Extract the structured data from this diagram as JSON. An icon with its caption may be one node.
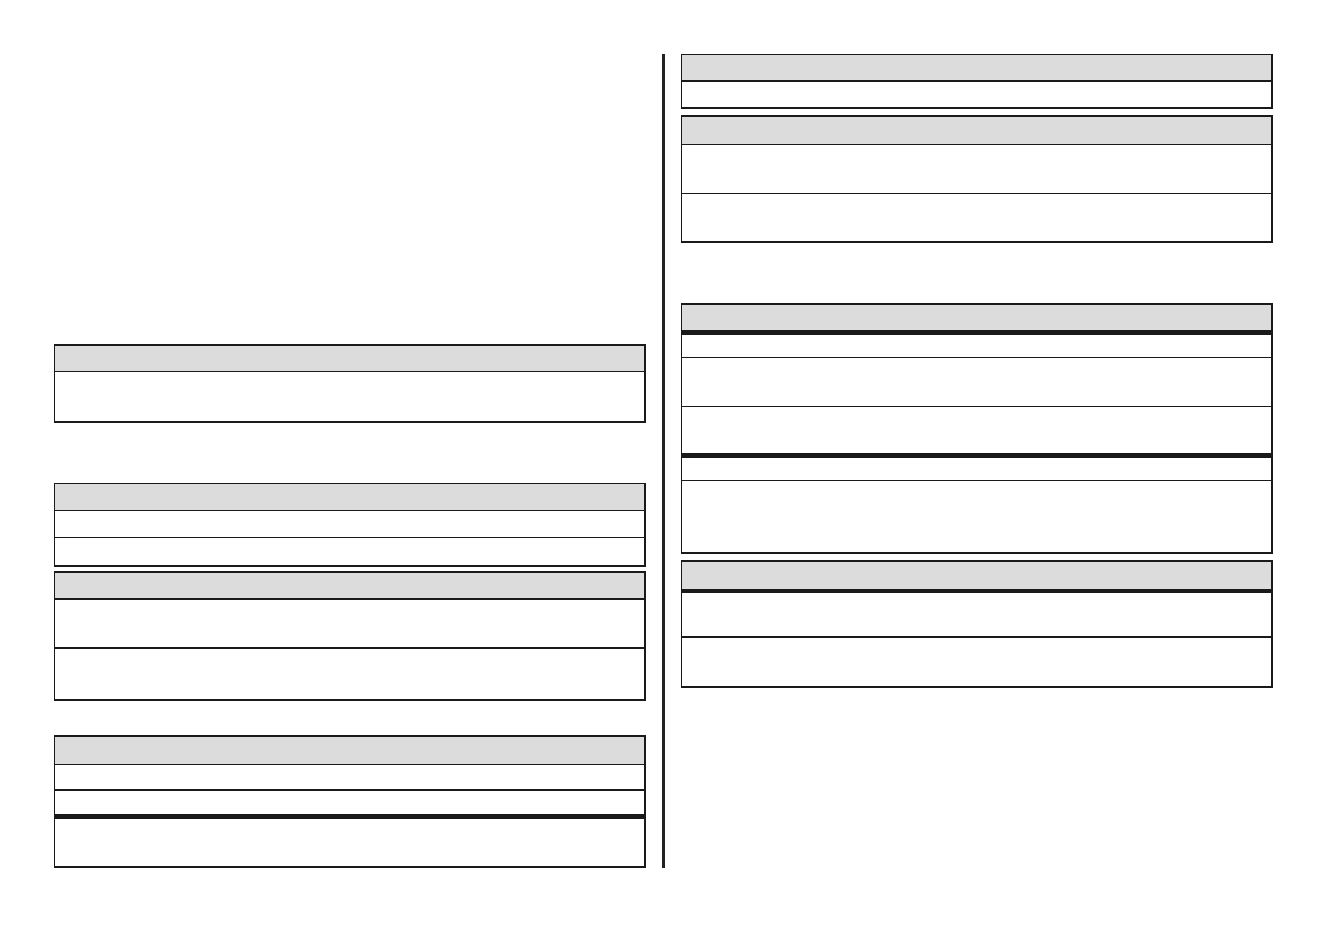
{
  "diagram": {
    "nodes": [
      {
        "text": [],
        "shape": "box"
      },
      {
        "text": [],
        "shape": "bar",
        "in": 0
      },
      {
        "text": [],
        "shape": "box",
        "in": 0
      },
      {
        "text": [],
        "shape": "box"
      },
      {
        "text": [],
        "shape": "bar",
        "in": 3
      },
      {
        "text": [],
        "shape": "box",
        "in": 3
      },
      {
        "text": [],
        "shape": "box",
        "in": 3
      },
      {
        "text": [],
        "shape": "box"
      },
      {
        "text": [],
        "shape": "bar",
        "in": 7
      },
      {
        "text": [],
        "shape": "box",
        "in": 7
      },
      {
        "text": [],
        "shape": "box",
        "in": 7
      },
      {
        "text": [],
        "shape": "box"
      },
      {
        "text": [],
        "shape": "bar",
        "in": 11
      },
      {
        "text": [],
        "shape": "box",
        "in": 11
      },
      {
        "text": [],
        "shape": "box",
        "in": 11
      },
      {
        "text": [],
        "shape": "box",
        "in": 11
      },
      {
        "text": [],
        "shape": "box"
      },
      {
        "text": [],
        "shape": "bar",
        "in": 16
      },
      {
        "text": [],
        "shape": "box",
        "in": 16
      },
      {
        "text": [],
        "shape": "box"
      },
      {
        "text": [],
        "shape": "bar",
        "in": 19
      },
      {
        "text": [],
        "shape": "box",
        "in": 19
      },
      {
        "text": [],
        "shape": "box",
        "in": 19
      },
      {
        "text": [],
        "shape": "box"
      },
      {
        "text": [],
        "shape": "bar",
        "in": 23
      },
      {
        "text": [],
        "shape": "box",
        "in": 23
      },
      {
        "text": [],
        "shape": "box",
        "in": 23
      },
      {
        "text": [],
        "shape": "box",
        "in": 23
      },
      {
        "text": [],
        "shape": "box",
        "in": 23
      },
      {
        "text": [],
        "shape": "box",
        "in": 23
      },
      {
        "text": [],
        "shape": "box"
      },
      {
        "text": [],
        "shape": "bar",
        "in": 30
      },
      {
        "text": [],
        "shape": "box",
        "in": 30
      },
      {
        "text": [],
        "shape": "box",
        "in": 30
      }
    ]
  }
}
